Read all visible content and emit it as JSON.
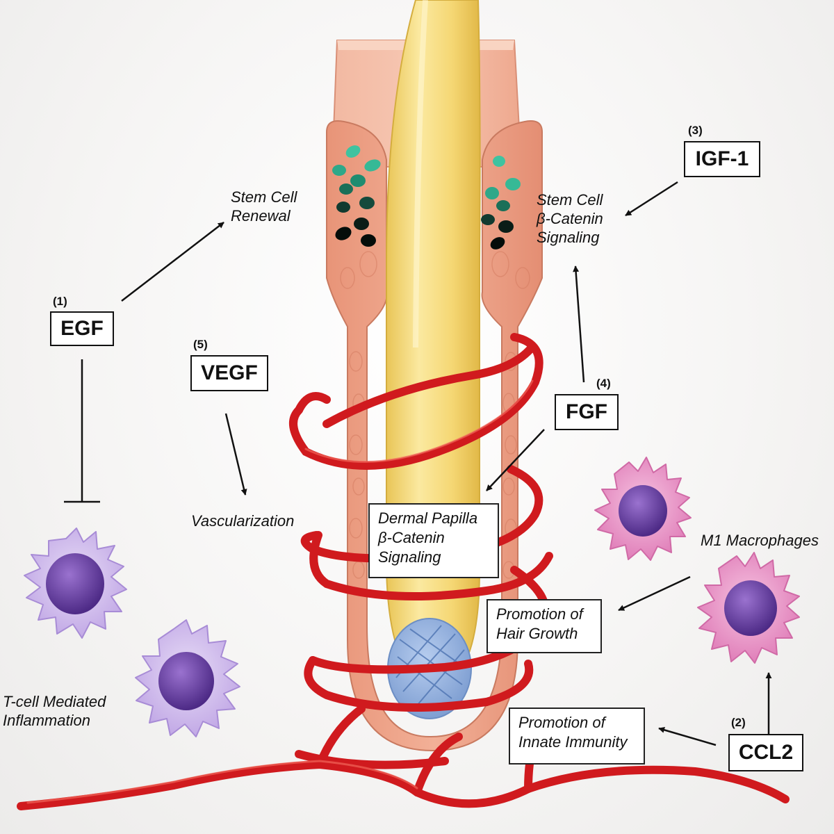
{
  "factors": {
    "egf": {
      "number": "(1)",
      "label": "EGF"
    },
    "ccl2": {
      "number": "(2)",
      "label": "CCL2"
    },
    "igf1": {
      "number": "(3)",
      "label": "IGF-1"
    },
    "fgf": {
      "number": "(4)",
      "label": "FGF"
    },
    "vegf": {
      "number": "(5)",
      "label": "VEGF"
    }
  },
  "effects": {
    "stem_cell_renewal": [
      "Stem Cell",
      "Renewal"
    ],
    "stem_cell_catenin": [
      "Stem Cell",
      "β-Catenin",
      "Signaling"
    ],
    "vascularization": "Vascularization",
    "tcell": [
      "T-cell Mediated",
      "Inflammation"
    ],
    "m1": "M1 Macrophages",
    "dermal_papilla": [
      "Dermal Papilla",
      "β-Catenin",
      "Signaling"
    ],
    "hair_growth": [
      "Promotion of",
      "Hair Growth"
    ],
    "innate_immunity": [
      "Promotion of",
      "Innate Immunity"
    ]
  },
  "colors": {
    "vessel": "#d01a1e",
    "hair_shaft": "#f3d874",
    "follicle": "#eea58e",
    "t_cell": "#cbb4ea",
    "macrophage": "#e88fc4",
    "nucleus": "#6b3fa3",
    "dermal_papilla": "#93b2dd"
  }
}
